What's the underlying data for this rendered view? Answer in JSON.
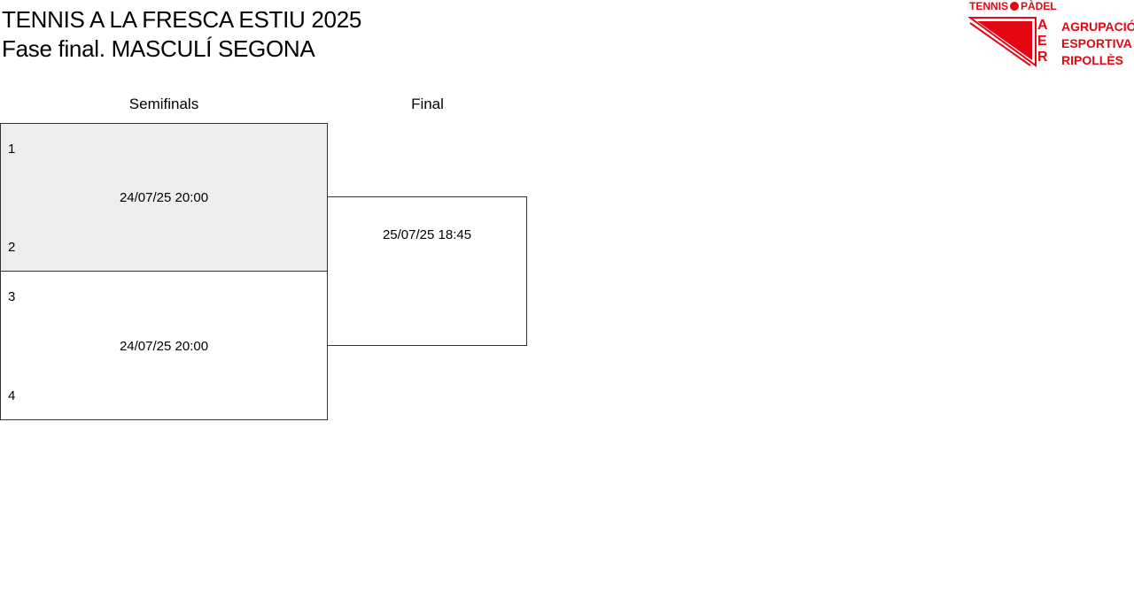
{
  "header": {
    "title_line1": "TENNIS A LA FRESCA ESTIU 2025",
    "title_line2": "Fase final. MASCULÍ SEGONA"
  },
  "logo": {
    "top_text_left": "TENNIS",
    "top_text_right": "PÀDEL",
    "letters": [
      "A",
      "E",
      "R"
    ],
    "lines": [
      "AGRUPACIÓ",
      "ESPORTIVA",
      "RIPOLLÈS"
    ],
    "color": "#e30613"
  },
  "rounds": [
    {
      "label": "Semifinals"
    },
    {
      "label": "Final"
    }
  ],
  "matches": {
    "semi1": {
      "slot_top": "1",
      "slot_bottom": "2",
      "datetime": "24/07/25 20:00",
      "background": "#eeeeee"
    },
    "semi2": {
      "slot_top": "3",
      "slot_bottom": "4",
      "datetime": "24/07/25 20:00",
      "background": "#ffffff"
    },
    "final": {
      "datetime": "25/07/25 18:45"
    }
  }
}
